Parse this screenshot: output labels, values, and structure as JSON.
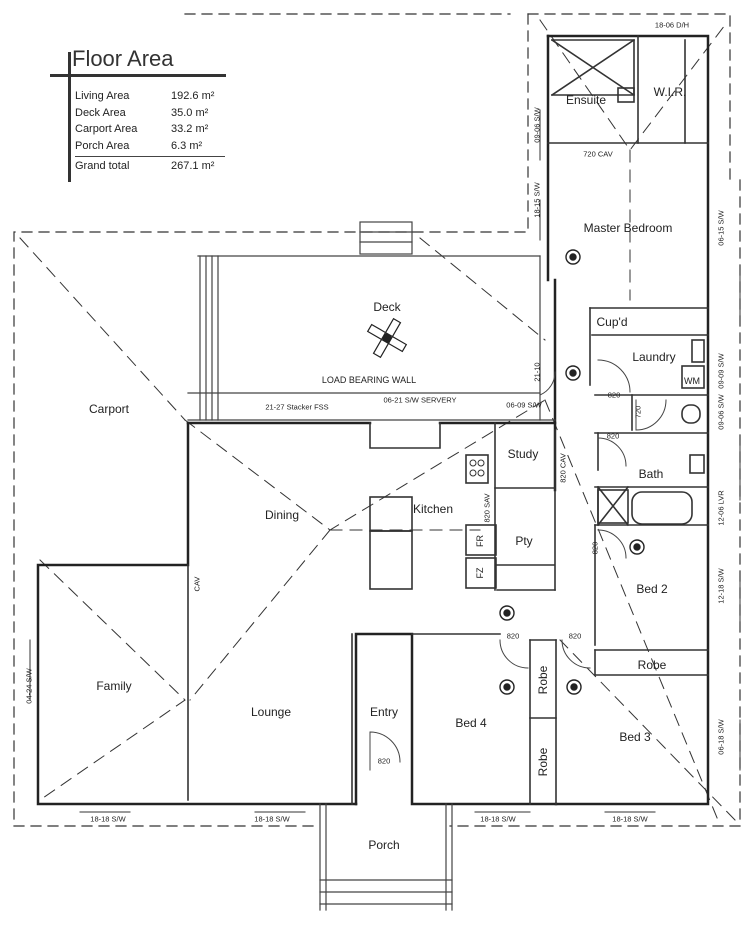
{
  "floor_area": {
    "title": "Floor Area",
    "rows": [
      {
        "label": "Living Area",
        "value": "192.6 m²"
      },
      {
        "label": "Deck Area",
        "value": "35.0 m²"
      },
      {
        "label": "Carport Area",
        "value": "33.2 m²"
      },
      {
        "label": "Porch Area",
        "value": "6.3 m²"
      }
    ],
    "total": {
      "label": "Grand total",
      "value": "267.1 m²"
    }
  },
  "rooms": {
    "ensuite": "Ensuite",
    "wir": "W.I.R.",
    "master": "Master Bedroom",
    "deck": "Deck",
    "carport": "Carport",
    "cupd": "Cup'd",
    "laundry": "Laundry",
    "wm": "WM",
    "study": "Study",
    "bath": "Bath",
    "dining": "Dining",
    "kitchen": "Kitchen",
    "pty": "Pty",
    "fr": "FR",
    "fz": "FZ",
    "bed2": "Bed 2",
    "robe2": "Robe",
    "family": "Family",
    "lounge": "Lounge",
    "entry": "Entry",
    "bed4": "Bed 4",
    "robe4a": "Robe",
    "robe4b": "Robe",
    "bed3": "Bed 3",
    "porch": "Porch"
  },
  "notes": {
    "load_bearing": "LOAD BEARING WALL",
    "servery": "21-27 Stacker FSS",
    "servery2": "06-21 S/W SERVERY",
    "dh": "18-06 D/H",
    "cav720": "720 CAV",
    "d0906": "09-06 S/W",
    "d1815": "18-15 S/W",
    "d0615": "06-15 S/W",
    "d2110": "21-10",
    "d0609": "06-09 S/W",
    "d0909": "09-09 S/W",
    "d0906b": "09-06 S/W",
    "d820a": "820",
    "d720b": "720",
    "d820b": "820",
    "d820cav": "820 CAV",
    "d820sav": "820 SAV",
    "d1206": "12-06 LVR",
    "d820c": "820",
    "d1218": "12-18 S/W",
    "d0424": "04-24 S/W",
    "dcav": "CAV",
    "d820d": "820",
    "d820e": "820",
    "d0618": "06-18 S/W",
    "d820entry": "820",
    "b1": "18-18 S/W",
    "b2": "18-18 S/W",
    "b3": "18-18 S/W",
    "b4": "18-18 S/W"
  }
}
